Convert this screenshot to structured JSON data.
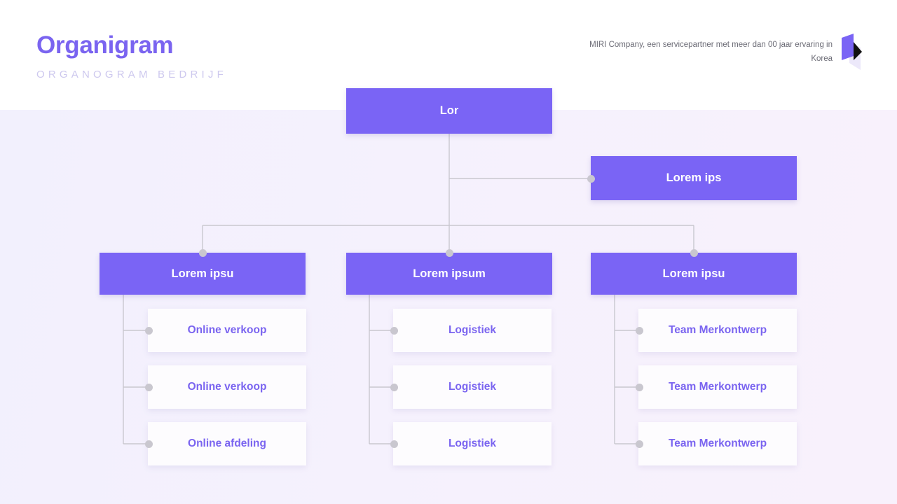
{
  "header": {
    "title": "Organigram",
    "subtitle": "ORGANOGRAM BEDRIJF",
    "note": "MIRI Company, een servicepartner met meer dan 00 jaar ervaring in Korea",
    "logo_icon": "miri-logo-icon"
  },
  "colors": {
    "accent": "#7a64f5",
    "accent_text": "#7a64f0",
    "subtitle": "#cdc8ee",
    "card_bg": "#fdfcfe",
    "connector": "#c9c7cf",
    "background_left": "#f2f0fd",
    "background_right": "#f8f1fc",
    "header_band": "#ffffff"
  },
  "chart": {
    "root": {
      "label": "Lor"
    },
    "assistant": {
      "label": "Lorem ips"
    },
    "branches": [
      {
        "label": "Lorem ipsu",
        "children": [
          {
            "label": "Online verkoop"
          },
          {
            "label": "Online verkoop"
          },
          {
            "label": "Online afdeling"
          }
        ]
      },
      {
        "label": "Lorem ipsum",
        "children": [
          {
            "label": "Logistiek"
          },
          {
            "label": "Logistiek"
          },
          {
            "label": "Logistiek"
          }
        ]
      },
      {
        "label": "Lorem ipsu",
        "children": [
          {
            "label": "Team Merkontwerp"
          },
          {
            "label": "Team Merkontwerp"
          },
          {
            "label": "Team Merkontwerp"
          }
        ]
      }
    ]
  }
}
